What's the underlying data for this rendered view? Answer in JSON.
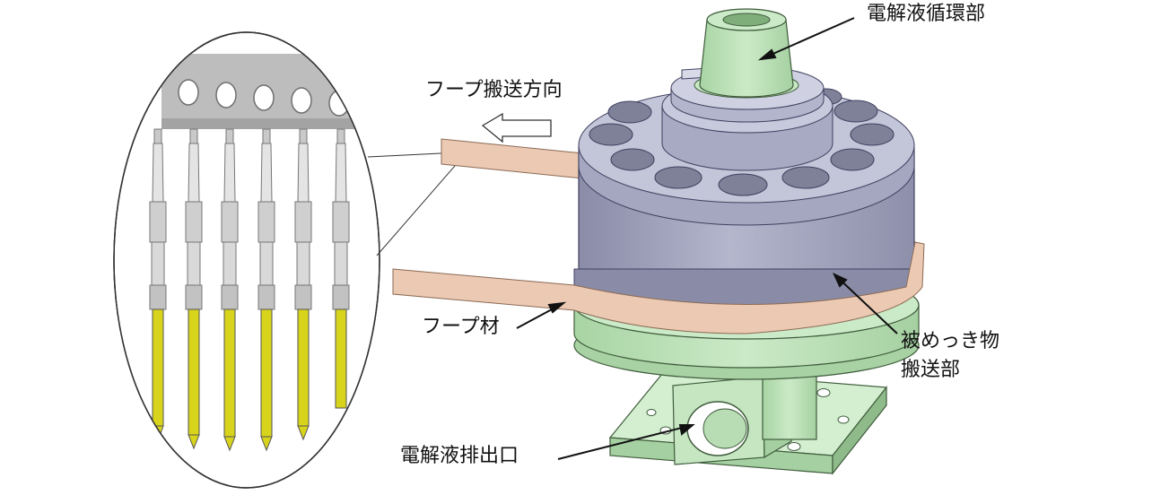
{
  "labels": {
    "electrolyte_circulation": "電解液循環部",
    "hoop_direction": "フープ搬送方向",
    "hoop_material": "フープ材",
    "plated_transport_line1": "被めっき物",
    "plated_transport_line2": "搬送部",
    "electrolyte_outlet": "電解液排出口"
  },
  "colors": {
    "drum": "#a9abc4",
    "drum_top": "#c3c5d8",
    "drum_dark": "#8e90ab",
    "base": "#c8e9c4",
    "base_dark": "#9fcc9b",
    "hoop": "#ecc9b3",
    "pin_gold": "#d4d21e",
    "pin_silver": "#d6d6d6",
    "carrier": "#bdbdbd"
  }
}
